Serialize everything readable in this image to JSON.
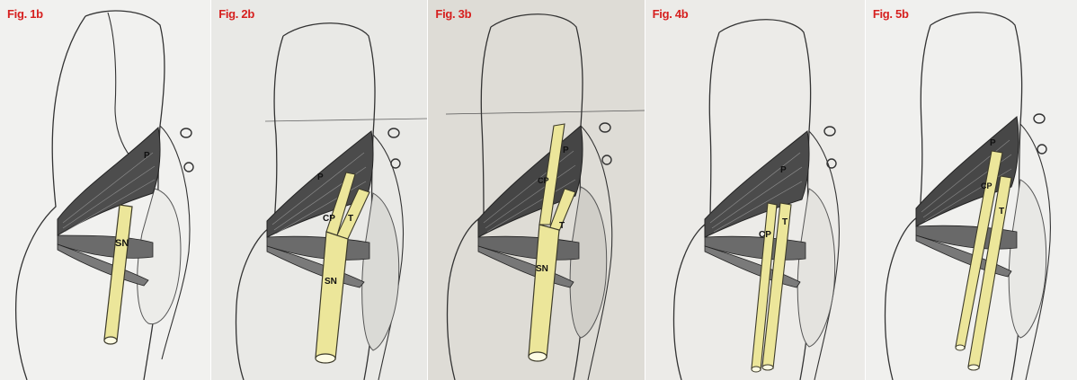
{
  "colors": {
    "label_red": "#d6201f",
    "nerve_yellow": "#ece69a",
    "nerve_outline": "#3c3a2a",
    "muscle_dark": "#4a4a4a",
    "paper_1": "#f1f1ef",
    "paper_2": "#e9e9e6",
    "paper_3": "#dedcd6",
    "paper_4": "#ecebe8",
    "paper_5": "#f0f0ee"
  },
  "panels": [
    {
      "id": "1b",
      "label": "Fig. 1b",
      "variant": "undivided",
      "nerve_labels": {
        "sn": "SN",
        "p": "P"
      }
    },
    {
      "id": "2b",
      "label": "Fig. 2b",
      "variant": "split-below-piriformis",
      "nerve_labels": {
        "sn": "SN",
        "cp": "CP",
        "t": "T",
        "p": "P"
      }
    },
    {
      "id": "3b",
      "label": "Fig. 3b",
      "variant": "cp-through-piriformis",
      "nerve_labels": {
        "sn": "SN",
        "cp": "CP",
        "t": "T",
        "p": "P"
      }
    },
    {
      "id": "4b",
      "label": "Fig. 4b",
      "variant": "two-separate-branches",
      "nerve_labels": {
        "cp": "CP",
        "t": "T",
        "p": "P"
      }
    },
    {
      "id": "5b",
      "label": "Fig. 5b",
      "variant": "high-division-through-piriformis",
      "nerve_labels": {
        "cp": "CP",
        "t": "T",
        "p": "P"
      }
    }
  ]
}
